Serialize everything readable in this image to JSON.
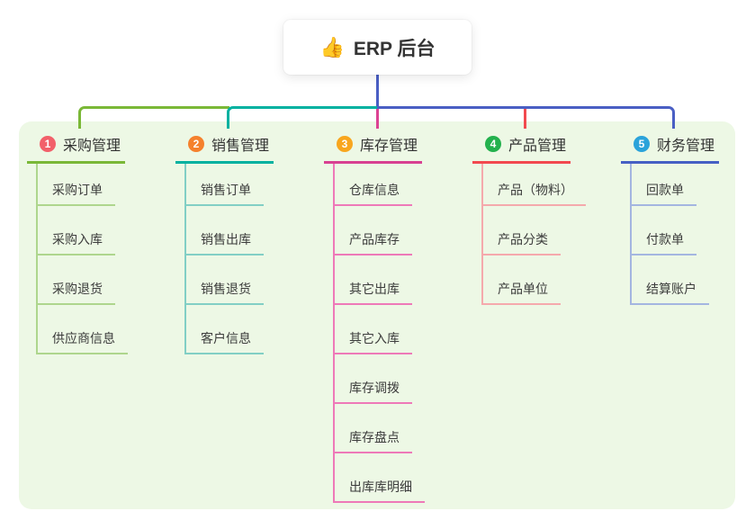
{
  "root": {
    "icon": "thumbs-up-icon",
    "label": "ERP 后台",
    "icon_glyph": "👍"
  },
  "connector_colors": {
    "trunk_blue": "#4a5fc4",
    "branch_green": "#7ab837",
    "branch_teal": "#00b1a0",
    "drop_magenta": "#dc4293",
    "drop_red": "#f2494f"
  },
  "panel_color": "#edf8e5",
  "columns": [
    {
      "num": "1",
      "label": "采购管理",
      "badge_color": "#f2606a",
      "accent_color": "#7ab837",
      "line_color": "#aed68d",
      "items": [
        "采购订单",
        "采购入库",
        "采购退货",
        "供应商信息"
      ]
    },
    {
      "num": "2",
      "label": "销售管理",
      "badge_color": "#f5812d",
      "accent_color": "#00b1a0",
      "line_color": "#82cfc5",
      "items": [
        "销售订单",
        "销售出库",
        "销售退货",
        "客户信息"
      ]
    },
    {
      "num": "3",
      "label": "库存管理",
      "badge_color": "#f8a61e",
      "accent_color": "#d84091",
      "line_color": "#ee79b8",
      "items": [
        "仓库信息",
        "产品库存",
        "其它出库",
        "其它入库",
        "库存调拨",
        "库存盘点",
        "出库库明细"
      ]
    },
    {
      "num": "4",
      "label": "产品管理",
      "badge_color": "#23b14d",
      "accent_color": "#f2494f",
      "line_color": "#f5a9ac",
      "items": [
        "产品（物料）",
        "产品分类",
        "产品单位"
      ]
    },
    {
      "num": "5",
      "label": "财务管理",
      "badge_color": "#2ba3da",
      "accent_color": "#4660c4",
      "line_color": "#a4b6e0",
      "items": [
        "回款单",
        "付款单",
        "结算账户"
      ]
    }
  ]
}
